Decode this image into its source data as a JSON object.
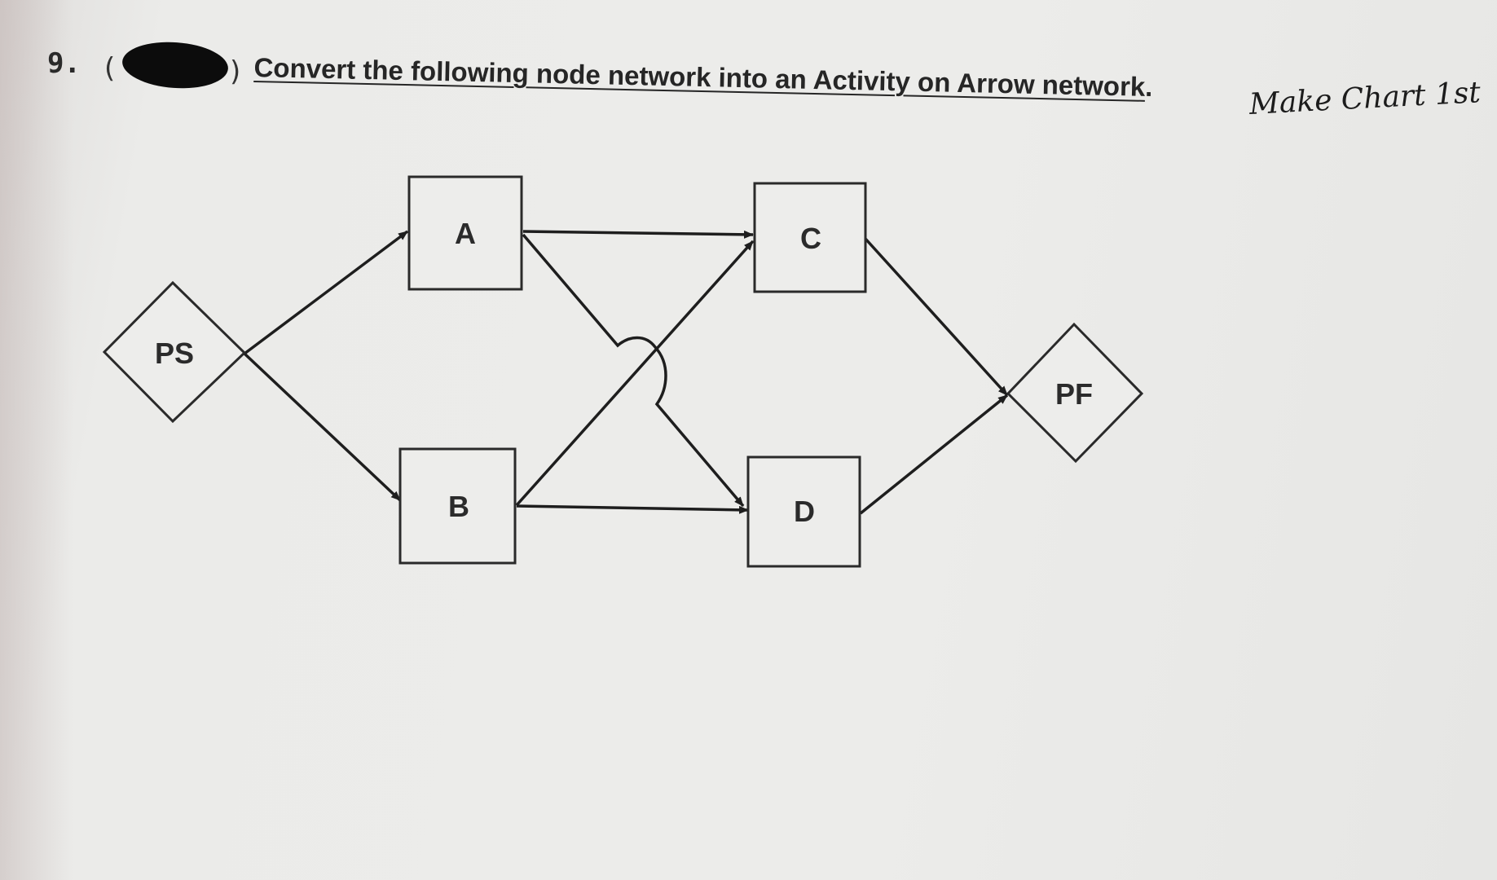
{
  "question": {
    "number": "9.",
    "paren_open": "(",
    "paren_close": ")",
    "instruction": "Convert the following node network into an Activity on Arrow network",
    "period": ".",
    "handwritten_note": "Make Chart 1st"
  },
  "nodes": {
    "start": "PS",
    "a": "A",
    "b": "B",
    "c": "C",
    "d": "D",
    "finish": "PF"
  }
}
